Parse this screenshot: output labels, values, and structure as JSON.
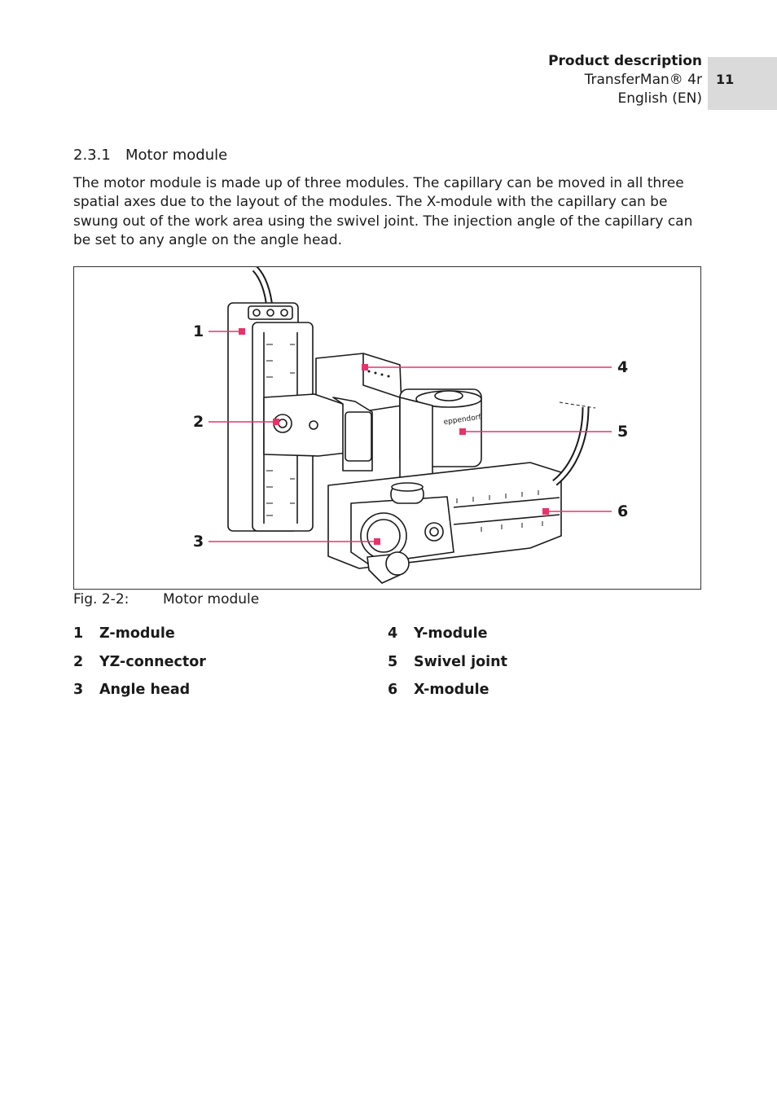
{
  "header": {
    "section": "Product description",
    "product": "TransferMan® 4r",
    "language": "English (EN)",
    "page_number": "11"
  },
  "section": {
    "number": "2.3.1",
    "title": "Motor module",
    "body": "The motor module is made up of three modules. The capillary can be moved in all three spatial axes due to the layout of the modules. The X-module with the capillary can be swung out of the work area using the swivel joint. The injection angle of the capillary can be set to any angle on the angle head."
  },
  "figure": {
    "callouts": [
      "1",
      "2",
      "3",
      "4",
      "5",
      "6"
    ],
    "brand_text": "eppendorf",
    "caption_label": "Fig. 2-2:",
    "caption_title": "Motor module",
    "accent_color": "#e8336a"
  },
  "legend": [
    {
      "num": "1",
      "label": "Z-module"
    },
    {
      "num": "2",
      "label": "YZ-connector"
    },
    {
      "num": "3",
      "label": "Angle head"
    },
    {
      "num": "4",
      "label": "Y-module"
    },
    {
      "num": "5",
      "label": "Swivel joint"
    },
    {
      "num": "6",
      "label": "X-module"
    }
  ]
}
